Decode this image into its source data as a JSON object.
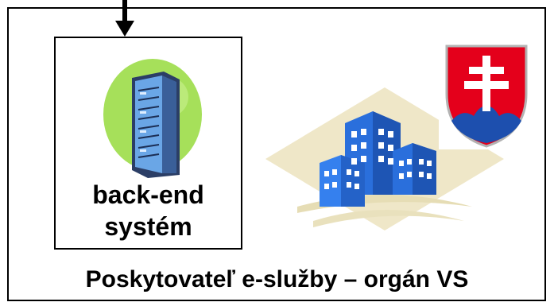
{
  "backend": {
    "line1": "back-end",
    "line2": "systém"
  },
  "provider": {
    "label": "Poskytovateľ e-služby – orgán VS"
  },
  "icons": {
    "server": "server-rack-icon",
    "buildings": "office-buildings-icon",
    "coat_of_arms": "slovak-coat-of-arms-icon",
    "arrow": "arrow-down-icon"
  },
  "colors": {
    "server_blob": "#a6e05a",
    "server_body": "#5b9bd5",
    "building_blue": "#2a6fdc",
    "building_bg": "#efe7c8",
    "coat_red": "#e4001b",
    "coat_blue": "#1d4fae"
  }
}
